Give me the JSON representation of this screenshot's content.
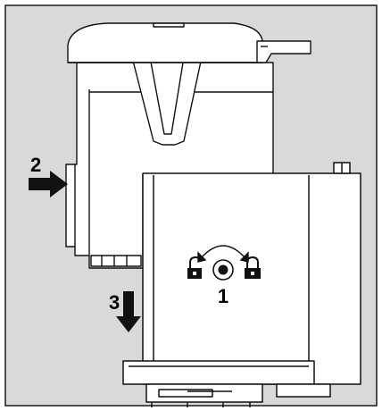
{
  "steps": {
    "lock_step": "1",
    "push_step": "2",
    "lower_step": "3"
  },
  "icons": {
    "unlock": "unlocked-padlock-icon",
    "lock": "locked-padlock-icon",
    "rotate": "rotate-arrows-icon",
    "knob": "dial-knob-icon",
    "push_arrow": "arrow-right-icon",
    "lower_arrow": "arrow-down-icon"
  },
  "colors": {
    "background": "#d9d9d9",
    "frame": "#1a1a1a",
    "body": "#ffffff",
    "line": "#111111"
  }
}
